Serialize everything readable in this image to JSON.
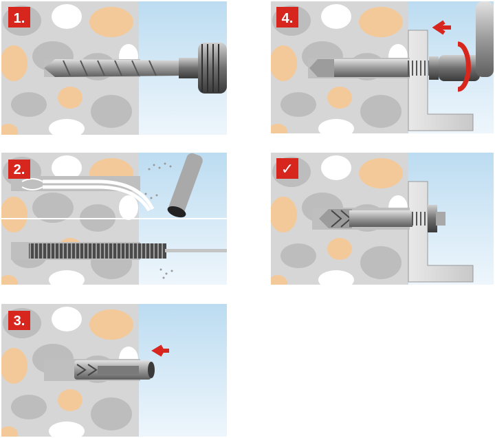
{
  "steps": [
    {
      "id": "step1",
      "label": "1."
    },
    {
      "id": "step2",
      "label": "2."
    },
    {
      "id": "step3",
      "label": "3."
    },
    {
      "id": "step4",
      "label": "4."
    },
    {
      "id": "step5",
      "label": "✓"
    }
  ],
  "colors": {
    "badge": "#d7261e",
    "concrete": "#d6d6d6",
    "stone_gray": "#bdbdbd",
    "stone_beige": "#f4c99a",
    "stone_white": "#ffffff",
    "air": "#cfe6f5",
    "arrow": "#d7261e",
    "metal": "#9c9c9c"
  }
}
